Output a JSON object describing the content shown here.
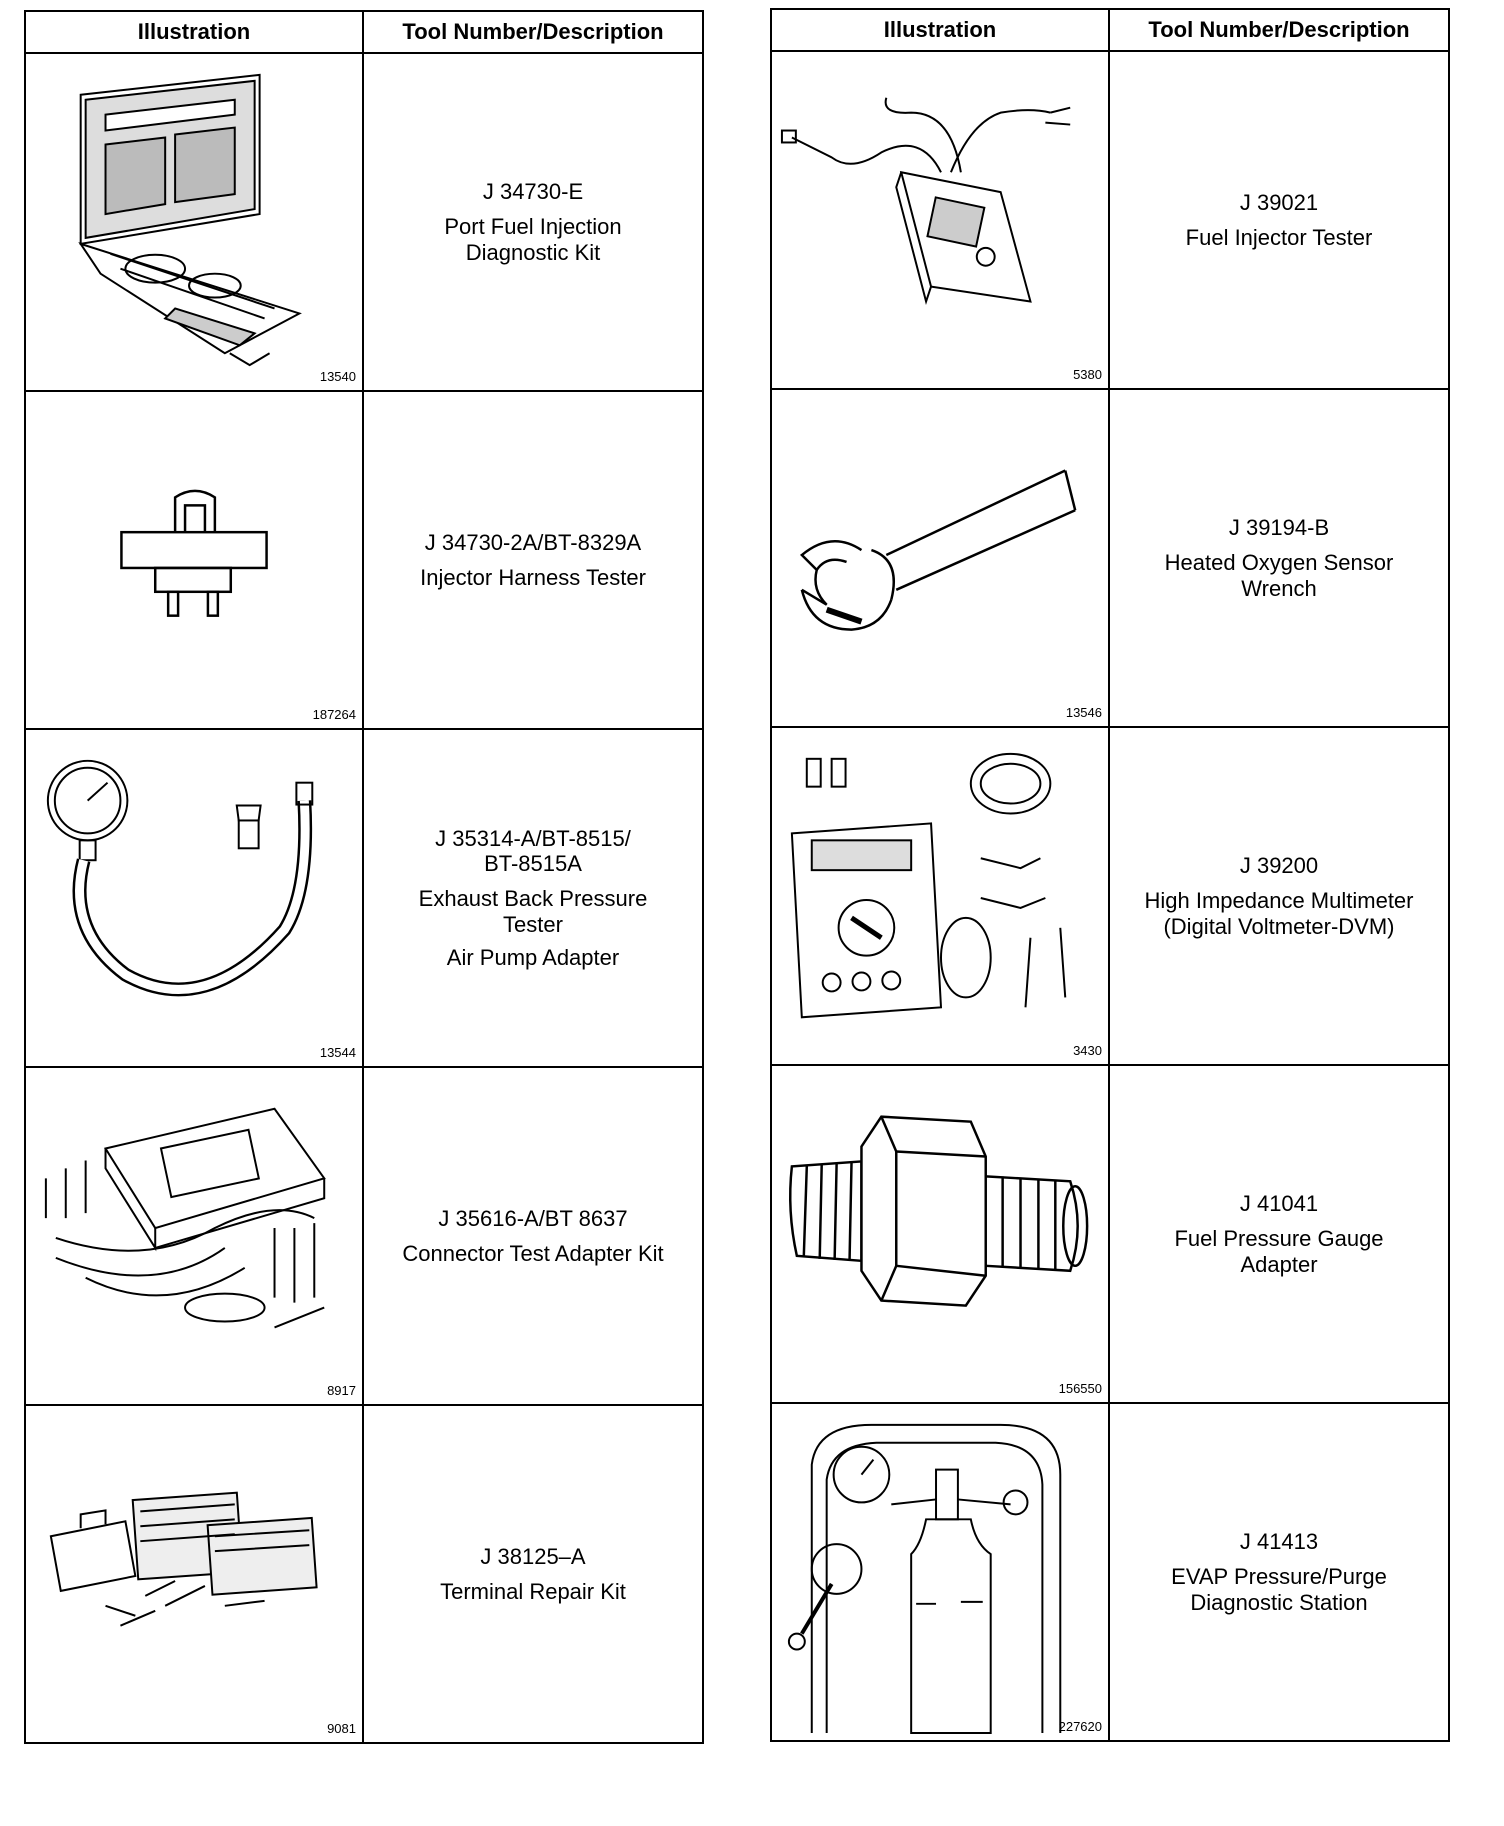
{
  "headers": {
    "illustration": "Illustration",
    "tool": "Tool Number/Description"
  },
  "left": [
    {
      "fig": "13540",
      "number": "J 34730-E",
      "desc": [
        "Port Fuel Injection",
        "Diagnostic Kit"
      ]
    },
    {
      "fig": "187264",
      "number": "J 34730-2A/BT-8329A",
      "desc": [
        "Injector Harness Tester"
      ]
    },
    {
      "fig": "13544",
      "number": "J 35314-A/BT-8515/",
      "number2": "BT-8515A",
      "desc": [
        "Exhaust Back Pressure",
        "Tester"
      ],
      "desc2": "Air Pump Adapter"
    },
    {
      "fig": "8917",
      "number": "J 35616-A/BT 8637",
      "desc": [
        "Connector Test Adapter Kit"
      ]
    },
    {
      "fig": "9081",
      "number": "J 38125–A",
      "desc": [
        "Terminal Repair Kit"
      ]
    }
  ],
  "right": [
    {
      "fig": "5380",
      "number": "J 39021",
      "desc": [
        "Fuel Injector Tester"
      ]
    },
    {
      "fig": "13546",
      "number": "J 39194-B",
      "desc": [
        "Heated Oxygen Sensor",
        "Wrench"
      ]
    },
    {
      "fig": "3430",
      "number": "J 39200",
      "desc": [
        "High Impedance Multimeter",
        "(Digital Voltmeter-DVM)"
      ]
    },
    {
      "fig": "156550",
      "number": "J 41041",
      "desc": [
        "Fuel Pressure Gauge",
        "Adapter"
      ]
    },
    {
      "fig": "227620",
      "number": "J 41413",
      "desc": [
        "EVAP Pressure/Purge",
        "Diagnostic Station"
      ]
    }
  ]
}
